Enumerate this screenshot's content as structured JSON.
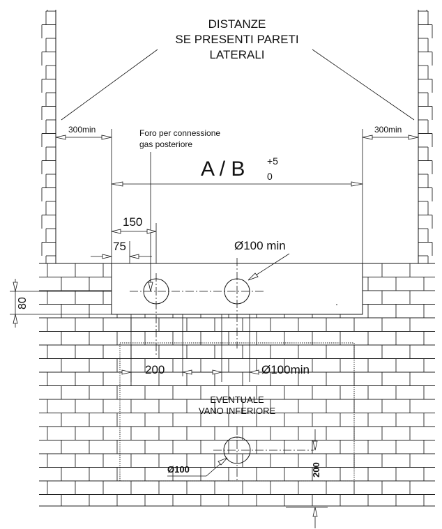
{
  "title": {
    "line1": "DISTANZE",
    "line2": "SE PRESENTI PARETI",
    "line3": "LATERALI"
  },
  "labels": {
    "left_side_distance": "300min",
    "right_side_distance": "300min",
    "gas_note_line1": "Foro per connessione",
    "gas_note_line2": "gas posteriore",
    "main_dimension": "A / B",
    "tolerance_plus": "+5",
    "tolerance_zero": "0",
    "dim_150": "150",
    "dim_75": "75",
    "hole_top": "Ø100 min",
    "dim_80": "80",
    "dim_200_horizontal": "200",
    "hole_middle": "Ø100min",
    "lower_compartment_line1": "EVENTUALE",
    "lower_compartment_line2": "VANO INFERIORE",
    "hole_bottom": "Ø100",
    "dim_200_vertical": "200"
  }
}
